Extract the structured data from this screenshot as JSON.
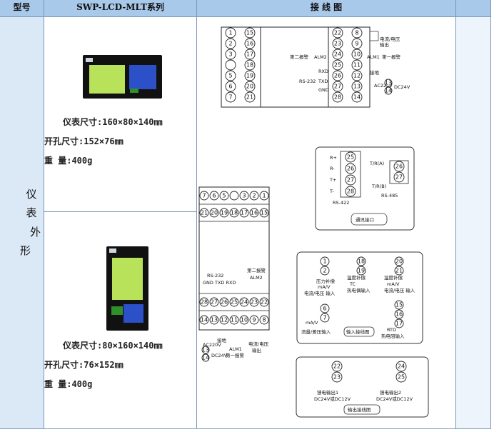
{
  "header": {
    "col1": "型号",
    "col2": "SWP-LCD-MLT系列",
    "col3": "接 线 图"
  },
  "side_label": [
    "仪",
    "表",
    "外",
    "形"
  ],
  "meter1": {
    "size": "仪表尺寸:160×80×140㎜",
    "cutout": "开孔尺寸:152×76㎜",
    "weight": "重 量:400g"
  },
  "meter2": {
    "size": "仪表尺寸:80×160×140㎜",
    "cutout": "开孔尺寸:76×152㎜",
    "weight": "重 量:400g"
  },
  "diagram1": {
    "left_col1": [
      "1",
      "2",
      "3",
      "",
      "5",
      "6",
      "7"
    ],
    "left_col2": [
      "15",
      "16",
      "17",
      "18",
      "19",
      "20",
      "21"
    ],
    "right_col1": [
      "22",
      "23",
      "24",
      "25",
      "26",
      "27",
      "28"
    ],
    "right_col2": [
      "8",
      "9",
      "10",
      "11",
      "12",
      "13",
      "14"
    ],
    "ac_terms": [
      "13",
      "14"
    ],
    "alm2": "ALM2",
    "alm1": "ALM1",
    "second_alarm": "第二报警",
    "first_alarm": "第一报警",
    "current_out": "电流/电压",
    "output": "输出",
    "rxd": "RXD",
    "txd": "TXD",
    "gnd": "GND",
    "rs232": "RS-232",
    "ground": "接地",
    "ac220": "AC220V",
    "dc24": "DC24V"
  },
  "comm": {
    "rs422_terms": [
      "25",
      "26",
      "27",
      "28"
    ],
    "rs422_labels": [
      "R+",
      "R-",
      "T+",
      "T-"
    ],
    "rs422": "RS-422",
    "rs485_terms": [
      "26",
      "27"
    ],
    "tr_a": "T/R(A)",
    "tr_b": "T/R(B)",
    "rs485": "RS-485",
    "title": "通讯接口"
  },
  "diagram2": {
    "top_row": [
      "7",
      "6",
      "5",
      "",
      "3",
      "2",
      "1"
    ],
    "top_row2": [
      "21",
      "20",
      "19",
      "18",
      "17",
      "16",
      "15"
    ],
    "bot_row1": [
      "28",
      "27",
      "26",
      "25",
      "24",
      "23",
      "22"
    ],
    "bot_row2": [
      "14",
      "13",
      "12",
      "11",
      "10",
      "9",
      "8"
    ],
    "rs232": "RS-232",
    "gnd_txd_rxd": "GND TXD RXD",
    "second_alarm": "第二报警",
    "alm2": "ALM2",
    "alm1": "ALM1",
    "first_alarm": "第一报警",
    "ground": "接地",
    "current_out": "电流/电压",
    "output": "输出",
    "ac220": "AC220V",
    "dc24": "DC24V",
    "ac_terms": [
      "13",
      "14"
    ]
  },
  "input": {
    "pressure": "压力补偿",
    "temp_comp": "温度补偿",
    "tc": "TC",
    "ma_v": "mA/V",
    "current_in": "电流/电压 输入",
    "tc_in": "热电偶输入",
    "flow_in": "流量/差压输入",
    "rtd": "RTD",
    "rtd_in": "热电阻输入",
    "title": "输入接线图",
    "pressure_terms": [
      "1",
      "2"
    ],
    "tc_terms": [
      "18",
      "19"
    ],
    "temp_terms": [
      "20",
      "21"
    ],
    "flow_terms": [
      "6",
      "7"
    ],
    "rtd_terms": [
      "15",
      "16",
      "17"
    ]
  },
  "output": {
    "out1_terms": [
      "22",
      "23"
    ],
    "out2_terms": [
      "24",
      "25"
    ],
    "feed1": "馈电输出1",
    "feed2": "馈电输出2",
    "dc1": "DC24V或DC12V",
    "dc2": "DC24V或DC12V",
    "title": "输出接线图"
  }
}
